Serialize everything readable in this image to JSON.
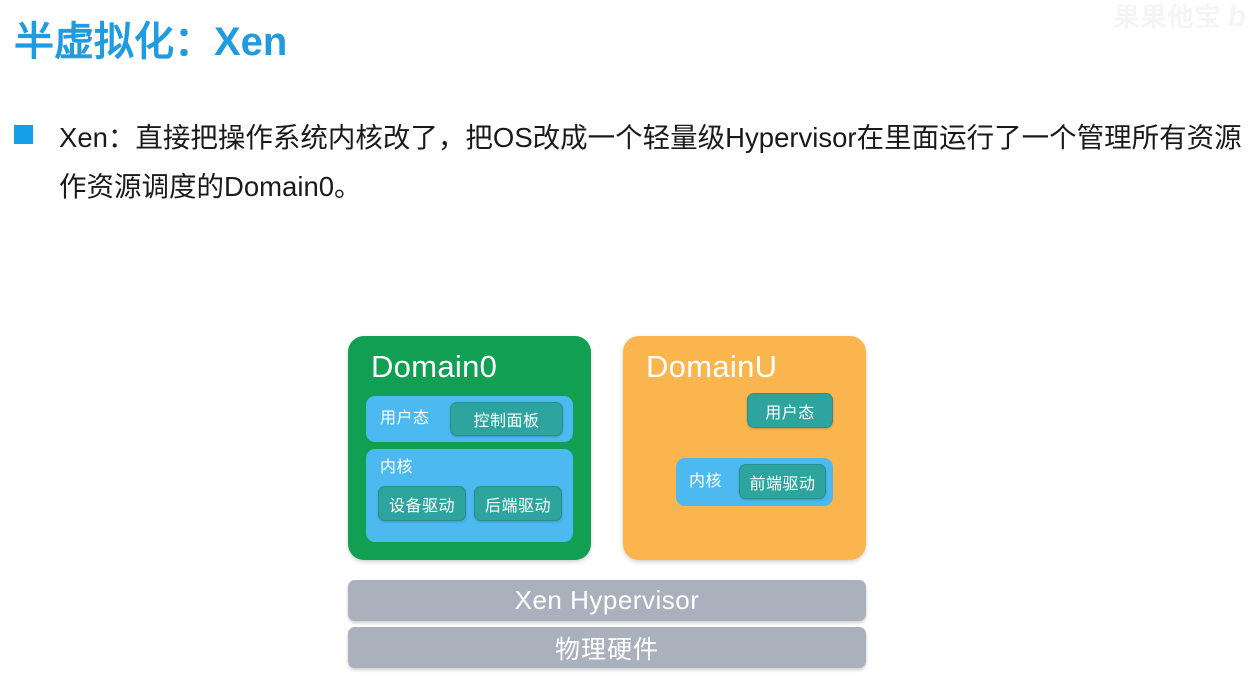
{
  "slide": {
    "title": "半虚拟化：Xen",
    "accent_color": "#1f9be0",
    "bullet": {
      "marker_color": "#14a0e8",
      "text": "Xen：直接把操作系统内核改了，把OS改成一个轻量级Hypervisor在里面运行了一个管理所有资源作资源调度的Domain0。"
    },
    "watermark": {
      "text": "果果他宝",
      "mark": "b"
    }
  },
  "diagram": {
    "colors": {
      "domain0": "#11a053",
      "domainu": "#fbb54f",
      "layer_blue": "#4cb9f0",
      "chip_teal": "#2da59e",
      "bar_gray": "#aab0bc"
    },
    "domain0": {
      "title": "Domain0",
      "user_layer": {
        "label": "用户态",
        "chips": [
          "控制面板"
        ]
      },
      "kernel_layer": {
        "label": "内核",
        "chips": [
          "设备驱动",
          "后端驱动"
        ]
      }
    },
    "domainu": {
      "title": "DomainU",
      "user_chip": "用户态",
      "kernel_layer": {
        "label": "内核",
        "chips": [
          "前端驱动"
        ]
      }
    },
    "bars": [
      {
        "label": "Xen Hypervisor"
      },
      {
        "label": "物理硬件"
      }
    ]
  }
}
